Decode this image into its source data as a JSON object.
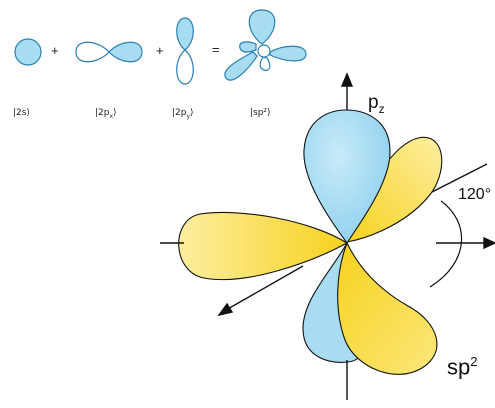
{
  "equation": {
    "terms": [
      {
        "label": "|2s⟩",
        "sub": ""
      },
      {
        "label": "|2p",
        "sub": "x",
        "close": "⟩"
      },
      {
        "label": "|2p",
        "sub": "y",
        "close": "⟩"
      },
      {
        "label": "|sp²⟩",
        "sub": ""
      }
    ],
    "plus": "+",
    "equals": "="
  },
  "labels": {
    "pz": "p",
    "pz_sub": "z",
    "angle": "120°",
    "hybrid": "sp",
    "hybrid_sup": "2"
  },
  "colors": {
    "blue_fill": "#a8dcf2",
    "blue_stroke": "#2a7fb0",
    "yellow_fill": "#f7d21e",
    "yellow_light": "#fdeea0",
    "outline": "#111111"
  }
}
